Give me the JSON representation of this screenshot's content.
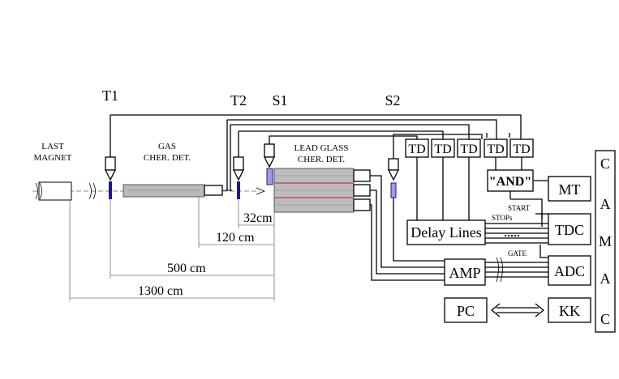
{
  "labels": {
    "t1": "T1",
    "t2": "T2",
    "s1": "S1",
    "s2": "S2",
    "last_magnet_line1": "LAST",
    "last_magnet_line2": "MAGNET",
    "gas_line1": "GAS",
    "gas_line2": "CHER. DET.",
    "lead_line1": "LEAD GLASS",
    "lead_line2": "CHER. DET.",
    "td": "TD",
    "and_box": "\"AND\"",
    "mt": "MT",
    "delay_lines": "Delay Lines",
    "start": "START",
    "stops": "STOPs",
    "tdc": "TDC",
    "gate": "GATE",
    "amp": "AMP",
    "adc": "ADC",
    "pc": "PC",
    "kk": "KK",
    "camac": [
      "C",
      "A",
      "M",
      "A",
      "C"
    ],
    "dim_32": "32cm",
    "dim_120": "120 cm",
    "dim_500": "500 cm",
    "dim_1300": "1300 cm"
  },
  "colors": {
    "scintillator": "#1a1a8c",
    "lead_glass_fill": "#bcbcbc",
    "lead_glass_stripe": "#c0307a",
    "gas_detector": "#b9b9b9",
    "beam_line": "#6aa06a"
  }
}
